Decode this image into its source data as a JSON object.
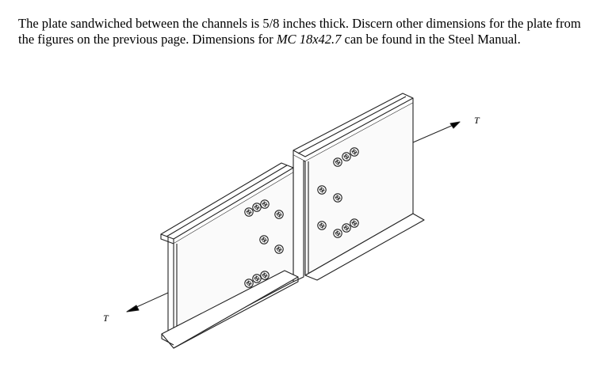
{
  "paragraph": {
    "part1": "The plate sandwiched between the channels is 5/8 inches thick.  Discern other dimensions for the plate from the figures on the previous page.  Dimensions for ",
    "section_name": "MC 18x42.7",
    "part2": " can be found in the Steel Manual."
  },
  "figure": {
    "label_right": "T",
    "label_left": "T"
  }
}
